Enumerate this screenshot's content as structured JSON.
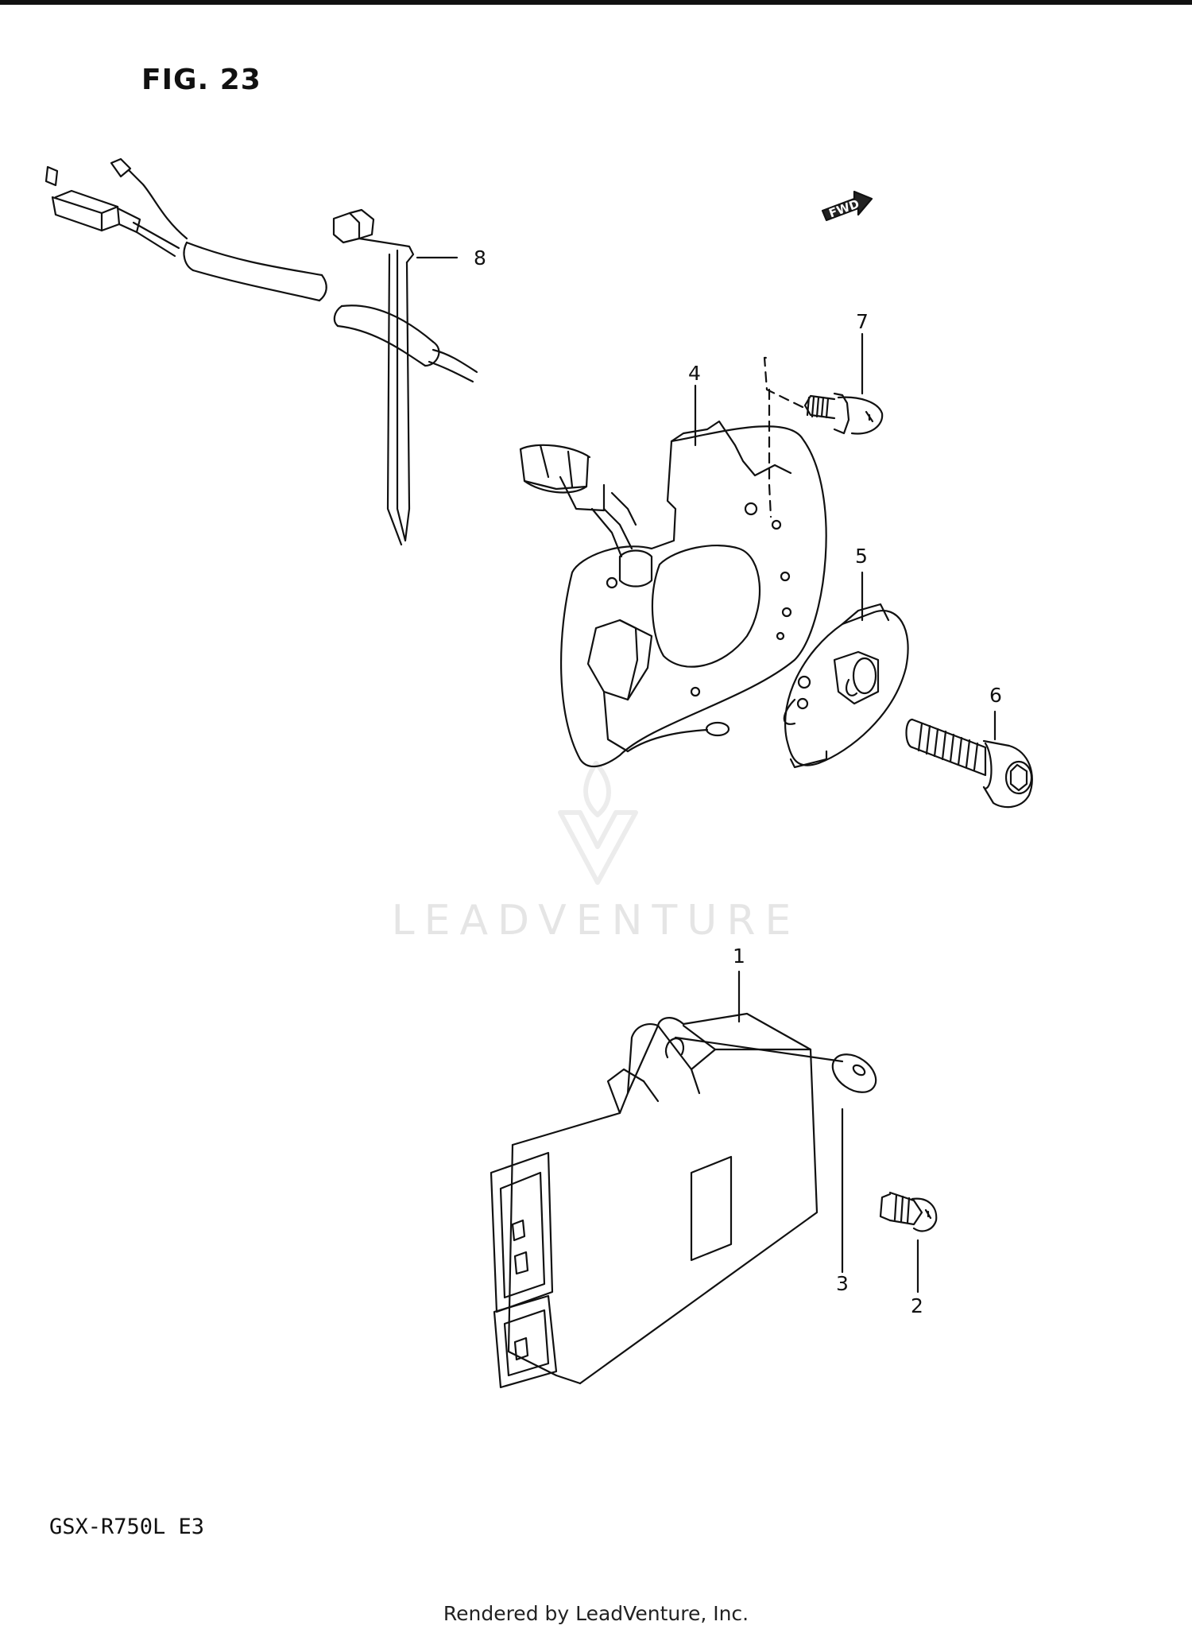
{
  "figure": {
    "title": "FIG. 23"
  },
  "model": {
    "code": "GSX-R750L  E3"
  },
  "watermark": {
    "text": "LEADVENTURE"
  },
  "direction_marker": {
    "label": "FWD"
  },
  "footer": {
    "text": "Rendered by LeadVenture, Inc."
  },
  "callouts": [
    "1",
    "2",
    "3",
    "4",
    "5",
    "6",
    "7",
    "8"
  ],
  "parts": [
    {
      "number": "1",
      "icon": "igniter-unit-icon"
    },
    {
      "number": "2",
      "icon": "screw-icon"
    },
    {
      "number": "3",
      "icon": "washer-icon"
    },
    {
      "number": "4",
      "icon": "signal-generator-plate-icon"
    },
    {
      "number": "5",
      "icon": "rotor-icon"
    },
    {
      "number": "6",
      "icon": "bolt-icon"
    },
    {
      "number": "7",
      "icon": "screw-icon"
    },
    {
      "number": "8",
      "icon": "clamp-icon"
    }
  ]
}
